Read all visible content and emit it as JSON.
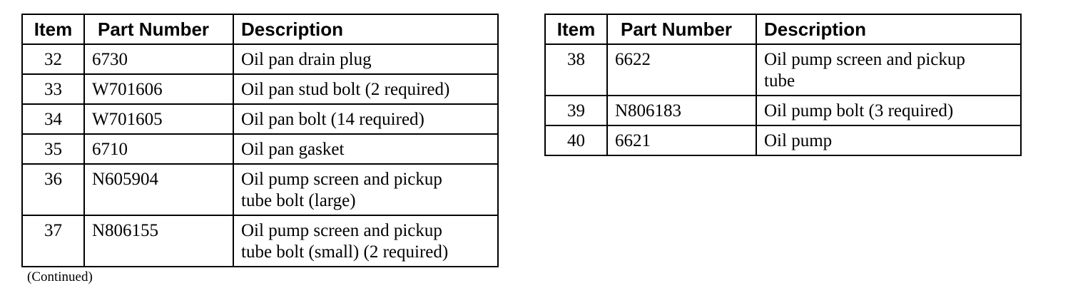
{
  "headers": {
    "item": "Item",
    "part_number": "Part Number",
    "description": "Description"
  },
  "left_table": {
    "rows": [
      {
        "item": "32",
        "part_number": "6730",
        "description": [
          "Oil pan drain plug"
        ]
      },
      {
        "item": "33",
        "part_number": "W701606",
        "description": [
          "Oil pan stud bolt (2 required)"
        ]
      },
      {
        "item": "34",
        "part_number": "W701605",
        "description": [
          "Oil pan bolt (14 required)"
        ]
      },
      {
        "item": "35",
        "part_number": "6710",
        "description": [
          "Oil pan gasket"
        ]
      },
      {
        "item": "36",
        "part_number": "N605904",
        "description": [
          "Oil pump screen and pickup",
          "tube bolt (large)"
        ]
      },
      {
        "item": "37",
        "part_number": "N806155",
        "description": [
          "Oil pump screen and pickup",
          "tube bolt (small) (2 required)"
        ]
      }
    ]
  },
  "right_table": {
    "rows": [
      {
        "item": "38",
        "part_number": "6622",
        "description": [
          "Oil pump screen and pickup",
          "tube"
        ]
      },
      {
        "item": "39",
        "part_number": "N806183",
        "description": [
          "Oil pump bolt (3 required)"
        ]
      },
      {
        "item": "40",
        "part_number": "6621",
        "description": [
          "Oil pump"
        ]
      }
    ]
  },
  "footnote": "(Continued)"
}
